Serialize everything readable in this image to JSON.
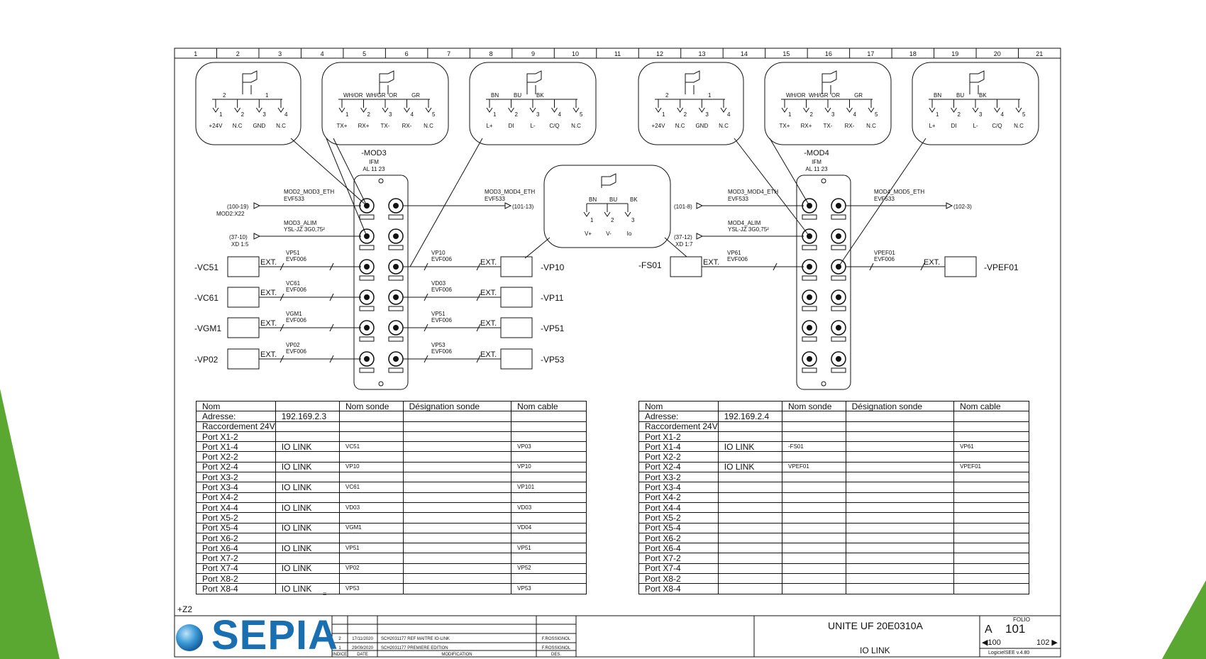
{
  "colors": {
    "green_accent": "#5aa832",
    "logo_blue": "#1a6fb0",
    "line": "#111111"
  },
  "column_numbers": [
    "1",
    "2",
    "3",
    "4",
    "5",
    "6",
    "7",
    "8",
    "9",
    "10",
    "11",
    "12",
    "13",
    "14",
    "15",
    "16",
    "17",
    "18",
    "19",
    "20",
    "21"
  ],
  "mod3": {
    "title": "-MOD3",
    "maker": "IFM",
    "ref": "AL 11 23"
  },
  "mod4": {
    "title": "-MOD4",
    "maker": "IFM",
    "ref": "AL 11 23"
  },
  "sensor_bubble": {
    "wires": [
      "BN",
      "BU",
      "BK"
    ],
    "pins": [
      "1",
      "2",
      "3"
    ],
    "labels": [
      "V+",
      "V-",
      "Io"
    ]
  },
  "bubbles": {
    "power": {
      "wires": [
        "2",
        "1"
      ],
      "pins": [
        "1",
        "2",
        "3",
        "4"
      ],
      "labels": [
        "+24V",
        "N.C",
        "GND",
        "N.C"
      ]
    },
    "eth": {
      "wires": [
        "WH/OR",
        "WH/GR",
        "OR",
        "GR"
      ],
      "pins": [
        "1",
        "2",
        "3",
        "4",
        "5"
      ],
      "labels": [
        "TX+",
        "RX+",
        "TX-",
        "RX-",
        "N.C"
      ]
    },
    "iolink": {
      "wires": [
        "BN",
        "BU",
        "BK"
      ],
      "pins": [
        "1",
        "2",
        "3",
        "4",
        "5"
      ],
      "labels": [
        "L+",
        "DI",
        "L-",
        "C/Q",
        "N.C"
      ]
    }
  },
  "left_links": {
    "mod2_ref": "(100-19)",
    "mod2_name": "MOD2:X22",
    "eth_cable": "MOD2_MOD3_ETH",
    "eth_type": "EVF533",
    "alim_ref": "(37-10)",
    "alim_xd": "XD 1:5",
    "alim_cable": "MOD3_ALIM",
    "alim_type": "YSL-JZ 3G0,75²",
    "out_cable": "MOD3_MOD4_ETH",
    "out_type": "EVF533",
    "out_ref": "(101-13)"
  },
  "right_links": {
    "in_ref": "(101-8)",
    "in_cable": "MOD3_MOD4_ETH",
    "in_type": "EVF533",
    "alim_ref": "(37-12)",
    "alim_xd": "XD 1:7",
    "alim_cable": "MOD4_ALIM",
    "alim_type": "YSL-JZ 3G0,75²",
    "out_cable": "MOD4_MOD5_ETH",
    "out_type": "EVF533",
    "out_ref": "(102-3)"
  },
  "ext_label": "EXT.",
  "left_devices": [
    {
      "name": "-VC51",
      "cable": "VP51",
      "type": "EVF006"
    },
    {
      "name": "-VC61",
      "cable": "VC61",
      "type": "EVF006"
    },
    {
      "name": "-VGM1",
      "cable": "VGM1",
      "type": "EVF006"
    },
    {
      "name": "-VP02",
      "cable": "VP02",
      "type": "EVF006"
    }
  ],
  "right_devices": [
    {
      "name": "-VP10",
      "cable": "VP10",
      "type": "EVF006"
    },
    {
      "name": "-VP11",
      "cable": "VD03",
      "type": "EVF006"
    },
    {
      "name": "-VP51",
      "cable": "VP51",
      "type": "EVF006"
    },
    {
      "name": "-VP53",
      "cable": "VP53",
      "type": "EVF006"
    }
  ],
  "mod4_left_device": {
    "name": "-FS01",
    "cable": "VP61",
    "type": "EVF006"
  },
  "mod4_right_device": {
    "name": "-VPEF01",
    "cable": "VPEF01",
    "type": "EVF006"
  },
  "table_headers": [
    "Nom",
    "",
    "Nom sonde",
    "Désignation sonde",
    "Nom cable"
  ],
  "table_left": [
    [
      "Adresse:",
      "192.169.2.3",
      "",
      "",
      ""
    ],
    [
      "Raccordement 24V",
      "",
      "",
      "",
      ""
    ],
    [
      "Port X1-2",
      "",
      "",
      "",
      ""
    ],
    [
      "Port X1-4",
      "IO LINK",
      "VC51",
      "",
      "VP03"
    ],
    [
      "Port X2-2",
      "",
      "",
      "",
      ""
    ],
    [
      "Port X2-4",
      "IO LINK",
      "VP10",
      "",
      "VP10"
    ],
    [
      "Port X3-2",
      "",
      "",
      "",
      ""
    ],
    [
      "Port X3-4",
      "IO LINK",
      "VC61",
      "",
      "VP101"
    ],
    [
      "Port X4-2",
      "",
      "",
      "",
      ""
    ],
    [
      "Port X4-4",
      "IO LINK",
      "VD03",
      "",
      "VD03"
    ],
    [
      "Port X5-2",
      "",
      "",
      "",
      ""
    ],
    [
      "Port X5-4",
      "IO LINK",
      "VGM1",
      "",
      "VD04"
    ],
    [
      "Port X6-2",
      "",
      "",
      "",
      ""
    ],
    [
      "Port X6-4",
      "IO LINK",
      "VP51",
      "",
      "VP51"
    ],
    [
      "Port X7-2",
      "",
      "",
      "",
      ""
    ],
    [
      "Port X7-4",
      "IO LINK",
      "VP02",
      "",
      "VP52"
    ],
    [
      "Port X8-2",
      "",
      "",
      "",
      ""
    ],
    [
      "Port X8-4",
      "IO LINK",
      "VP53",
      "",
      "VP53"
    ]
  ],
  "table_right": [
    [
      "Adresse:",
      "192.169.2.4",
      "",
      "",
      ""
    ],
    [
      "Raccordement 24V",
      "",
      "",
      "",
      ""
    ],
    [
      "Port X1-2",
      "",
      "",
      "",
      ""
    ],
    [
      "Port X1-4",
      "IO LINK",
      "-FS01",
      "",
      "VP61"
    ],
    [
      "Port X2-2",
      "",
      "",
      "",
      ""
    ],
    [
      "Port X2-4",
      "IO LINK",
      "VPEF01",
      "",
      "VPEF01"
    ],
    [
      "Port X3-2",
      "",
      "",
      "",
      ""
    ],
    [
      "Port X3-4",
      "",
      "",
      "",
      ""
    ],
    [
      "Port X4-2",
      "",
      "",
      "",
      ""
    ],
    [
      "Port X4-4",
      "",
      "",
      "",
      ""
    ],
    [
      "Port X5-2",
      "",
      "",
      "",
      ""
    ],
    [
      "Port X5-4",
      "",
      "",
      "",
      ""
    ],
    [
      "Port X6-2",
      "",
      "",
      "",
      ""
    ],
    [
      "Port X6-4",
      "",
      "",
      "",
      ""
    ],
    [
      "Port X7-2",
      "",
      "",
      "",
      ""
    ],
    [
      "Port X7-4",
      "",
      "",
      "",
      ""
    ],
    [
      "Port X8-2",
      "",
      "",
      "",
      ""
    ],
    [
      "Port X8-4",
      "",
      "",
      "",
      ""
    ]
  ],
  "location": {
    "eq": "=",
    "loc": "+Z2"
  },
  "title_block": {
    "logo": "SEPIA",
    "revisions": [
      {
        "indice": "2",
        "date": "17/11/2020",
        "modif": "SCH2031177 REF MAITRE IO-LINK",
        "des": "F.ROSSIGNOL"
      },
      {
        "indice": "1",
        "date": "29/09/2020",
        "modif": "SCH2031177 PREMIERE EDITION",
        "des": "F.ROSSIGNOL"
      }
    ],
    "rev_headers": {
      "indice": "INDICE",
      "date": "DATE",
      "modif": "MODIFICATION",
      "des": "DES."
    },
    "unit": "UNITE UF 20E0310A",
    "subject": "IO LINK",
    "folio_label": "FOLIO",
    "format": "A",
    "folio": "101",
    "prev": "◀100",
    "next": "102 ▶",
    "software": "LogicielSEE  v.4.80"
  }
}
